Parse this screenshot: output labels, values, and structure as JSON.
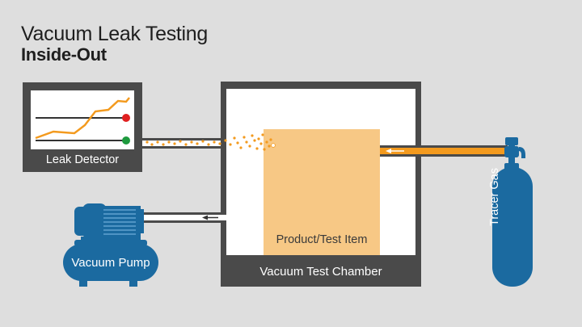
{
  "header": {
    "title": "Vacuum Leak Testing",
    "subtitle": "Inside-Out"
  },
  "components": {
    "leak_detector": "Leak Detector",
    "vacuum_chamber": "Vacuum Test Chamber",
    "test_item": "Product/Test Item",
    "vacuum_pump": "Vacuum Pump",
    "tracer_gas": "Tracer Gas"
  },
  "colors": {
    "background": "#dedede",
    "dark_gray": "#4a4a4a",
    "blue": "#1b6aa0",
    "orange": "#f39a1e",
    "item_fill": "#f7c885",
    "indicator_red": "#e02020",
    "indicator_green": "#1e9a3e"
  }
}
